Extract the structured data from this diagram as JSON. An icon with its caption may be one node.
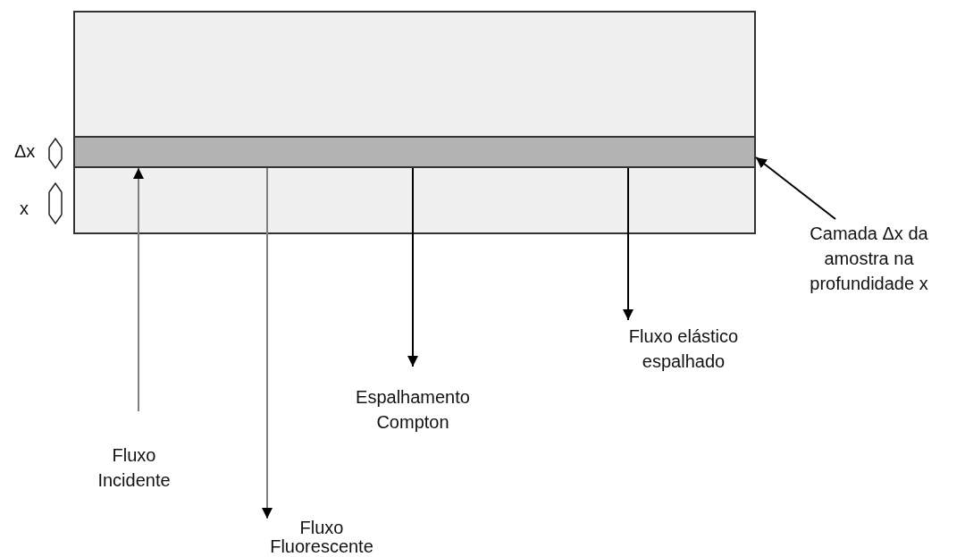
{
  "diagram": {
    "nodes": [
      {
        "text": [],
        "shape": "box"
      },
      {
        "text": [],
        "shape": "bar",
        "in": 0
      },
      {
        "text": [
          "Fluxo Incidente"
        ]
      },
      {
        "text": [
          "Fluxo Fluorescente"
        ]
      },
      {
        "text": [
          "Espalhamento Compton"
        ]
      },
      {
        "text": [
          "Fluxo elástico espalhado"
        ]
      },
      {
        "text": [
          "Camada Δx da amostra na profundidade x"
        ]
      }
    ],
    "edges": [
      {
        "from": 2,
        "to": 1,
        "arrow": "to",
        "color": "#808080"
      },
      {
        "from": 1,
        "to": 3,
        "arrow": "to",
        "color": "#808080"
      },
      {
        "from": 1,
        "to": 4,
        "arrow": "to"
      },
      {
        "from": 1,
        "to": 5,
        "arrow": "to"
      },
      {
        "from": 6,
        "to": 1,
        "arrow": "to"
      }
    ],
    "labels": [
      "Δx",
      "x"
    ]
  }
}
